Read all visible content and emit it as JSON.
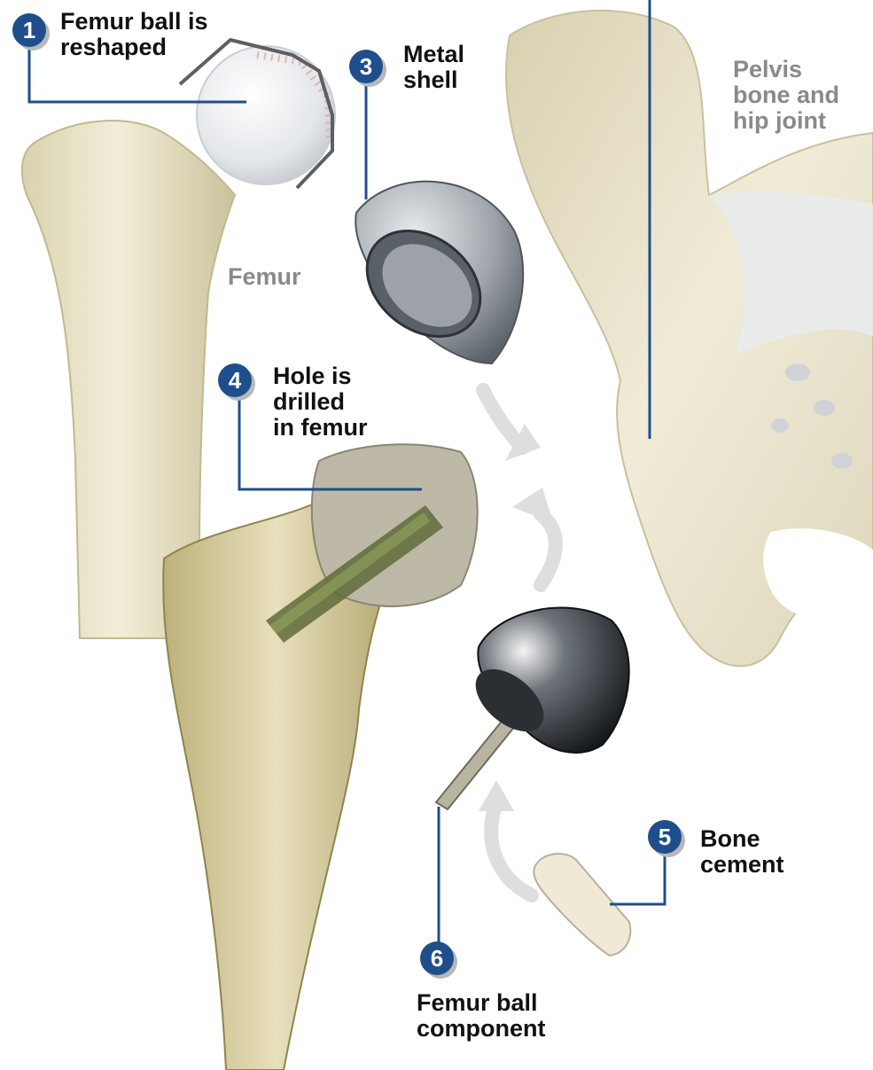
{
  "colors": {
    "badge": "#1f4e8c",
    "leader": "#1f4e8c",
    "bone": "#ece6c8",
    "bone_shadow": "#cfc7a4",
    "metal": "#9aa0a6",
    "arrow": "#dcdcdc",
    "gray_label": "#8a8a8a"
  },
  "labels": {
    "step1": {
      "number": "1",
      "lines": [
        "Femur ball is",
        "reshaped"
      ]
    },
    "step3": {
      "number": "3",
      "lines": [
        "Metal",
        "shell"
      ]
    },
    "step4": {
      "number": "4",
      "lines": [
        "Hole is",
        "drilled",
        "in femur"
      ]
    },
    "step5": {
      "number": "5",
      "lines": [
        "Bone",
        "cement"
      ]
    },
    "step6": {
      "number": "6",
      "lines": [
        "Femur ball",
        "component"
      ]
    },
    "femur": "Femur",
    "pelvis": [
      "Pelvis",
      "bone and",
      "hip joint"
    ]
  }
}
